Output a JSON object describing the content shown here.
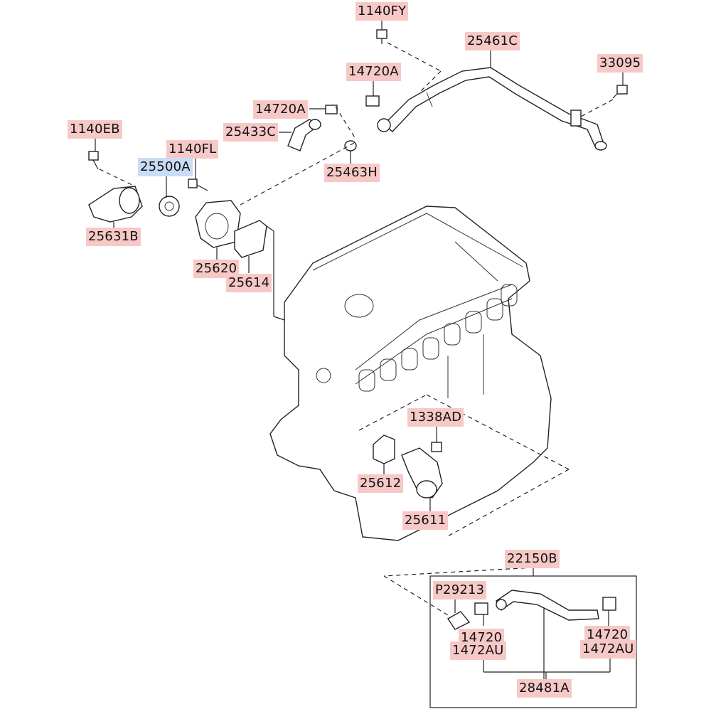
{
  "diagram": {
    "labels": {
      "p1140FY": "1140FY",
      "p25461C": "25461C",
      "p33095": "33095",
      "p14720A_top": "14720A",
      "p14720A_left": "14720A",
      "p25433C": "25433C",
      "p1140EB": "1140EB",
      "p1140FL": "1140FL",
      "p25500A": "25500A",
      "p25463H": "25463H",
      "p25631B": "25631B",
      "p25620": "25620",
      "p25614": "25614",
      "p1338AD": "1338AD",
      "p25612": "25612",
      "p25611": "25611",
      "p22150B": "22150B",
      "pP29213": "P29213",
      "p14720_left": "14720",
      "p1472AU_left": "1472AU",
      "p14720_right": "14720",
      "p1472AU_right": "1472AU",
      "p28481A": "28481A"
    },
    "colors": {
      "label_bg": "#f6c9c7",
      "selected_label_bg": "#c9ddf5",
      "line": "#222222"
    },
    "selected_part": "25500A"
  }
}
